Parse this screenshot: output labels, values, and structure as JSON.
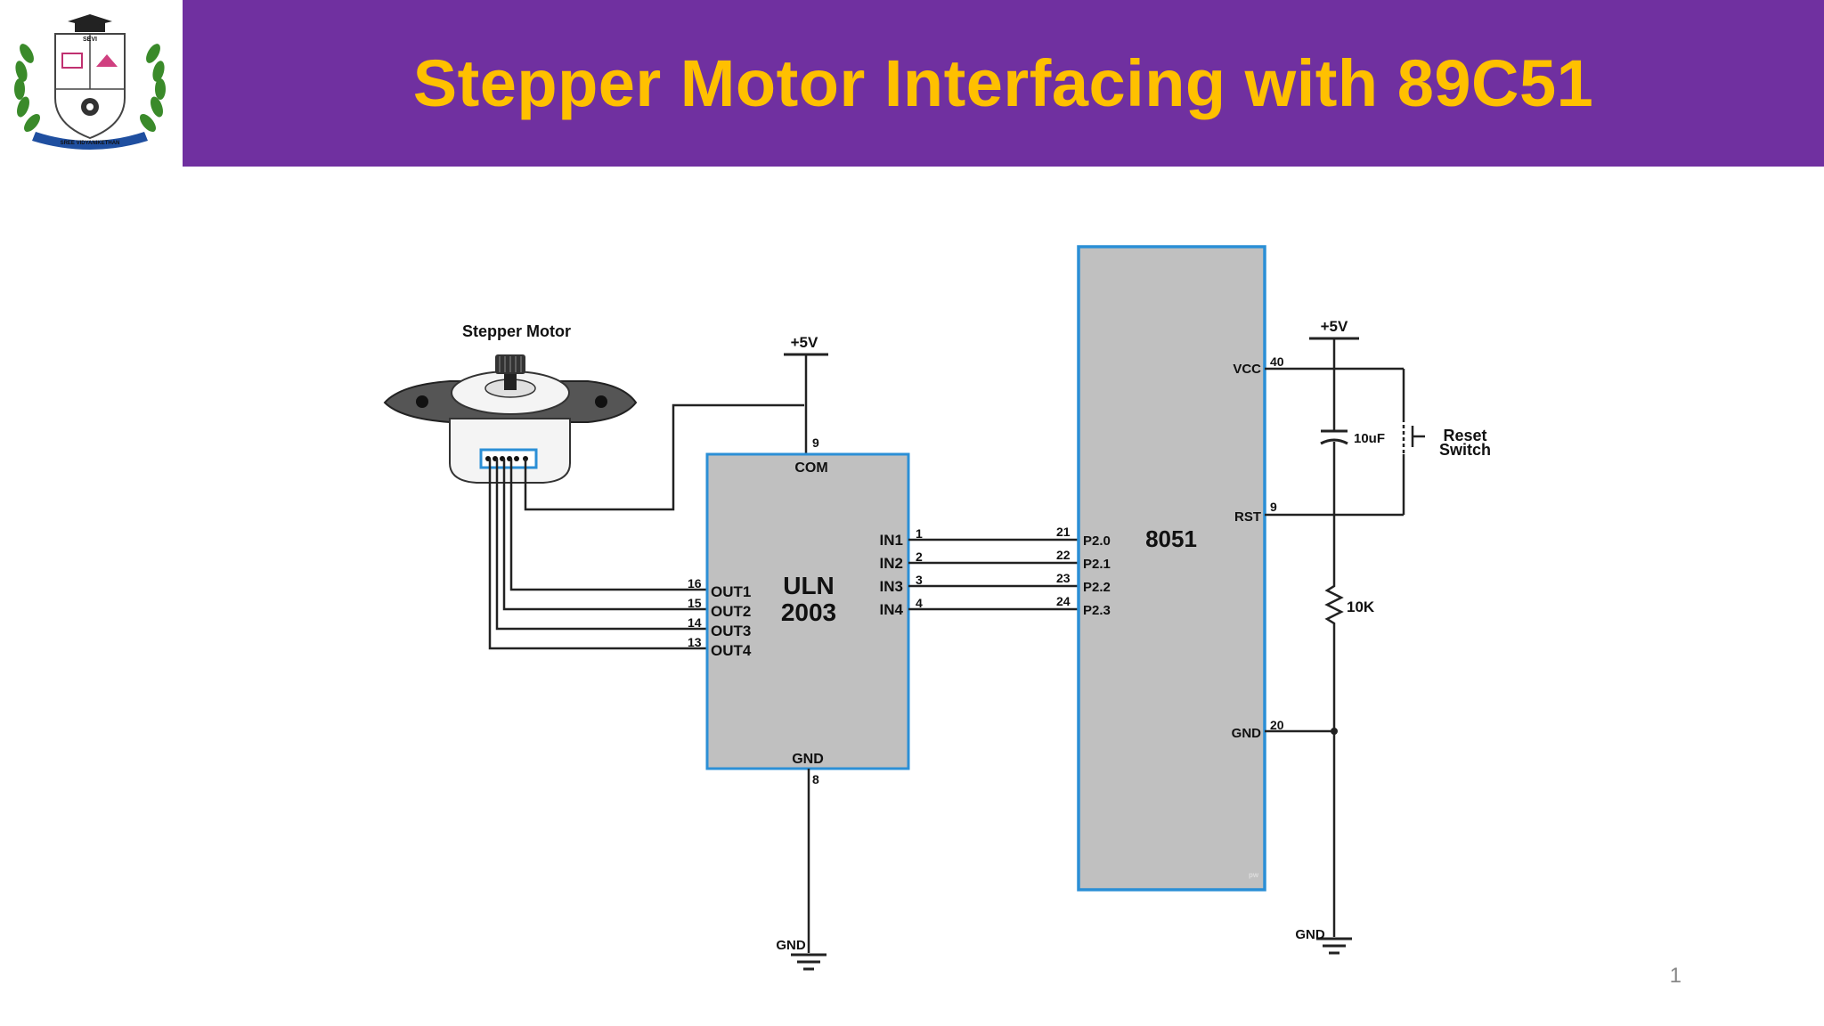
{
  "slide": {
    "title": "Stepper Motor Interfacing with 89C51",
    "page_number": "1"
  },
  "logo": {
    "badge_text": "SEVI",
    "banner_text": "SREE VIDYANIKETHAN"
  },
  "diagram": {
    "motor_label": "Stepper Motor",
    "vcc_uln": "+5V",
    "vcc_mcu": "+5V",
    "uln": {
      "name_line1": "ULN",
      "name_line2": "2003",
      "com_label": "COM",
      "com_pin": "9",
      "gnd_label": "GND",
      "gnd_pin": "8",
      "outputs": [
        {
          "pin": "16",
          "label": "OUT1"
        },
        {
          "pin": "15",
          "label": "OUT2"
        },
        {
          "pin": "14",
          "label": "OUT3"
        },
        {
          "pin": "13",
          "label": "OUT4"
        }
      ],
      "inputs": [
        {
          "label": "IN1",
          "pin": "1"
        },
        {
          "label": "IN2",
          "pin": "2"
        },
        {
          "label": "IN3",
          "pin": "3"
        },
        {
          "label": "IN4",
          "pin": "4"
        }
      ]
    },
    "mcu": {
      "name": "8051",
      "ports": [
        {
          "pin": "21",
          "label": "P2.0"
        },
        {
          "pin": "22",
          "label": "P2.1"
        },
        {
          "pin": "23",
          "label": "P2.2"
        },
        {
          "pin": "24",
          "label": "P2.3"
        }
      ],
      "vcc_label": "VCC",
      "vcc_pin": "40",
      "rst_label": "RST",
      "rst_pin": "9",
      "gnd_label": "GND",
      "gnd_pin": "20",
      "corner_mark": "pw"
    },
    "capacitor": "10uF",
    "resistor": "10K",
    "switch_line1": "Reset",
    "switch_line2": "Switch",
    "gnd_bottom_uln": "GND",
    "gnd_bottom_mcu": "GND"
  }
}
